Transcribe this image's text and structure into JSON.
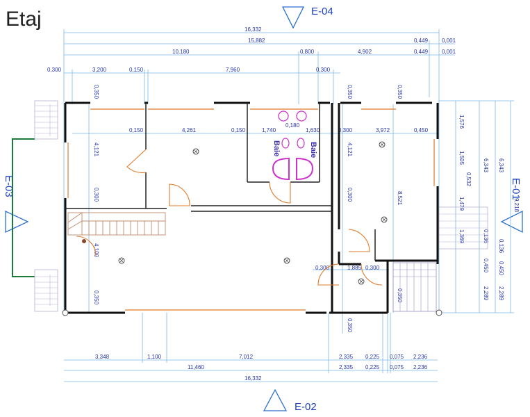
{
  "title": "Etaj",
  "elevations": {
    "north": "E-04",
    "south": "E-02",
    "west": "E-03",
    "east": "E-01"
  },
  "rooms": {
    "bath_left": "Baie",
    "bath_right": "Baie"
  },
  "dims_top": {
    "overall": "16,332",
    "row2_main": "15,882",
    "row2_a": "0,449",
    "row2_b": "0,001",
    "row3_main": "10,180",
    "row3_a": "0,800",
    "row3_b": "4,902",
    "row3_c": "0,449",
    "row3_d": "0,001",
    "row4_a": "0,300",
    "row4_b": "3,200",
    "row4_c": "0,150",
    "row4_d": "7,960",
    "row4_e": "0,300"
  },
  "dims_inner": {
    "a": "0,150",
    "b": "4,261",
    "c": "0,150",
    "d": "1,740",
    "e": "0,180",
    "f": "1,630",
    "g": "0,300",
    "h": "3,972",
    "i": "0,450",
    "j": "0,300",
    "k": "1,885",
    "l": "0,300"
  },
  "dims_vertical": {
    "v1": "0,350",
    "v2": "4,121",
    "v3": "0,300",
    "v4": "4,100",
    "v5": "0,350",
    "v6": "0,350",
    "v7": "0,350",
    "v8": "4,121",
    "v9": "0,300",
    "v10": "8,521",
    "v11": "0,350",
    "v12": "0,350"
  },
  "dims_right": {
    "r1": "1,576",
    "r2": "1,505",
    "r3": "0,532",
    "r4": "1,479",
    "r5": "1,369",
    "r6": "0,136",
    "r7": "0,450",
    "r8": "2,289",
    "r9": "6,343",
    "r10": "6,343",
    "r11": "9,218",
    "r12": "0,136",
    "r13": "0,450",
    "r14": "2,289"
  },
  "dims_bottom": {
    "a": "3,348",
    "b": "1,100",
    "c": "7,012",
    "d": "2,335",
    "e": "0,225",
    "f": "0,075",
    "g": "2,236",
    "h": "11,460",
    "i": "2,335",
    "j": "0,225",
    "k": "0,075",
    "l": "2,236",
    "overall": "16,332"
  },
  "colors": {
    "wall": "#111111",
    "dimension_line": "#7ab8e8",
    "dimension_text": "#2233aa",
    "elevation_marker": "#2a6fd0",
    "window_door": "#e07a2a",
    "sanitary": "#cc33cc",
    "terrace": "#1a7a3a"
  }
}
